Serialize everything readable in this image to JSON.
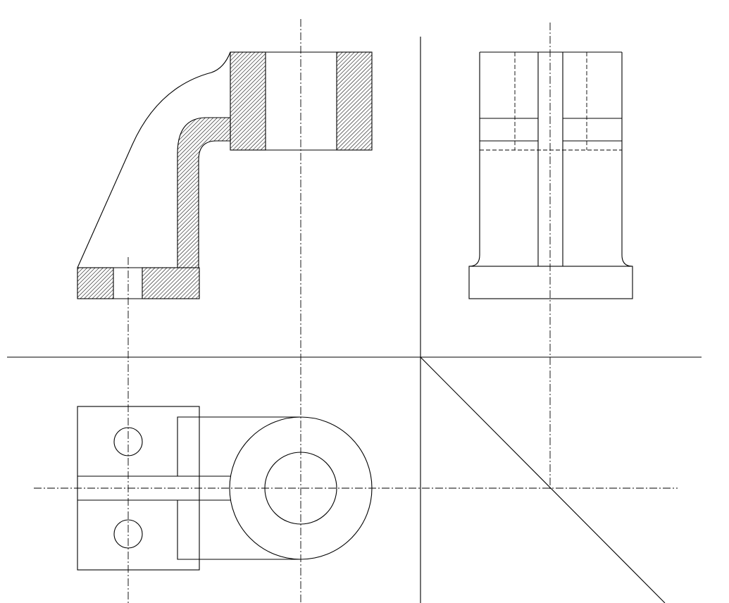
{
  "drawing": {
    "type": "orthographic-projection",
    "views": [
      "front-section",
      "side",
      "top"
    ],
    "line_color": "#000000",
    "background_color": "#ffffff"
  }
}
